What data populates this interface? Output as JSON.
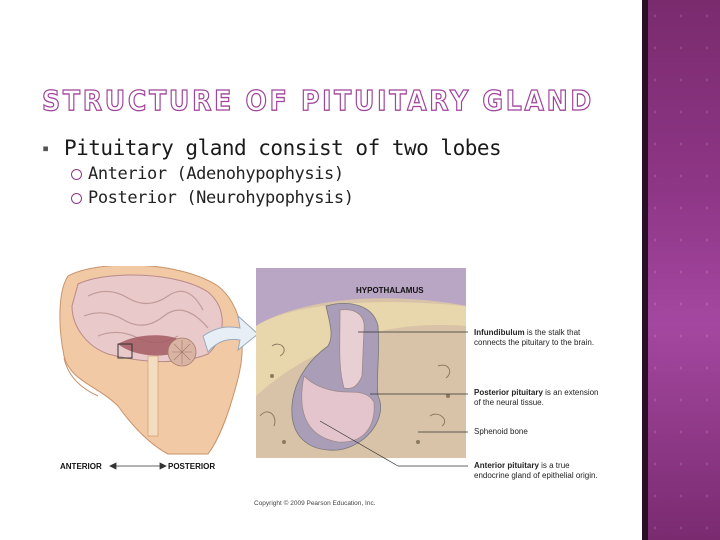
{
  "title": "STRUCTURE OF PITUITARY GLAND",
  "bullets": {
    "main": "Pituitary gland consist of two lobes",
    "sub": [
      "Anterior (Adenohypophysis)",
      "Posterior (Neurohypophysis)"
    ]
  },
  "figure": {
    "hypothalamus": "HYPOTHALAMUS",
    "anterior_dir": "ANTERIOR",
    "posterior_dir": "POSTERIOR",
    "infundibulum_term": "Infundibulum",
    "infundibulum_text": " is the stalk that connects the pituitary to the brain.",
    "posterior_term": "Posterior pituitary",
    "posterior_text": " is an extension of the neural tissue.",
    "sphenoid": "Sphenoid bone",
    "anterior_term": "Anterior pituitary",
    "anterior_text": " is a true endocrine gland of epithelial origin.",
    "copyright": "Copyright © 2009 Pearson Education, Inc."
  },
  "colors": {
    "title": "#a0449c",
    "accent": "#8b3a82",
    "panel": "#8e3686"
  }
}
